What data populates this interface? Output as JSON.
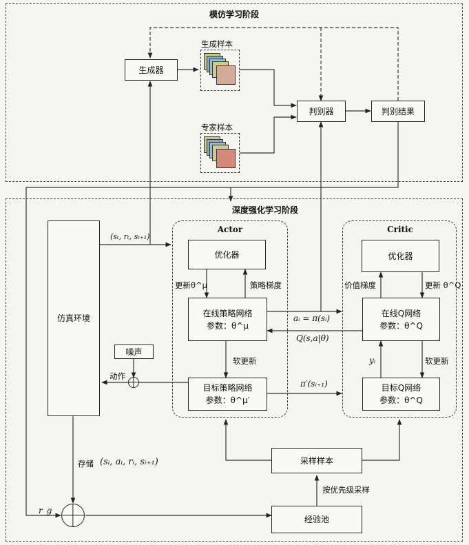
{
  "imitation": {
    "title": "模仿学习阶段",
    "generator": "生成器",
    "generated_samples": "生成样本",
    "expert_samples": "专家样本",
    "discriminator": "判别器",
    "result": "判别结果"
  },
  "drl": {
    "title": "深度强化学习阶段",
    "env": "仿真环境",
    "noise": "噪声",
    "action": "动作",
    "store": "存储",
    "store_tuple": "(sᵢ, aᵢ, rᵢ, sᵢ₊₁)",
    "transition": "(sₜ, rₜ, sₜ₊₁)",
    "r_g": "r_g",
    "sampling": "采样样本",
    "priority": "按优先级采样",
    "pool": "经验池",
    "actor": {
      "title": "Actor",
      "optimizer": "优化器",
      "update": "更新θ^μ",
      "policy_grad": "策略梯度",
      "online": "在线策略网络",
      "online_param": "参数：θ^μ",
      "soft_update": "软更新",
      "target": "目标策略网络",
      "target_param": "参数：θ^μ′"
    },
    "critic": {
      "title": "Critic",
      "optimizer": "优化器",
      "value_grad": "价值梯度",
      "update": "更新 θ^Q",
      "online": "在线Q网络",
      "online_param": "参数：θ^Q",
      "y": "yᵢ",
      "soft_update": "软更新",
      "target": "目标Q网络",
      "target_param": "参数：θ^Q"
    },
    "a_eq": "aᵢ = π(sᵢ)",
    "q_eq": "Q(s,a|θ)",
    "pi_prime": "π′(sᵢ₊₁)"
  },
  "colors": {
    "card_back": [
      "#c9ca88",
      "#88a8c8",
      "#8ac7c6",
      "#cf8f80"
    ],
    "card_front": "#d4a99a",
    "card_front2": "#d4897a"
  }
}
